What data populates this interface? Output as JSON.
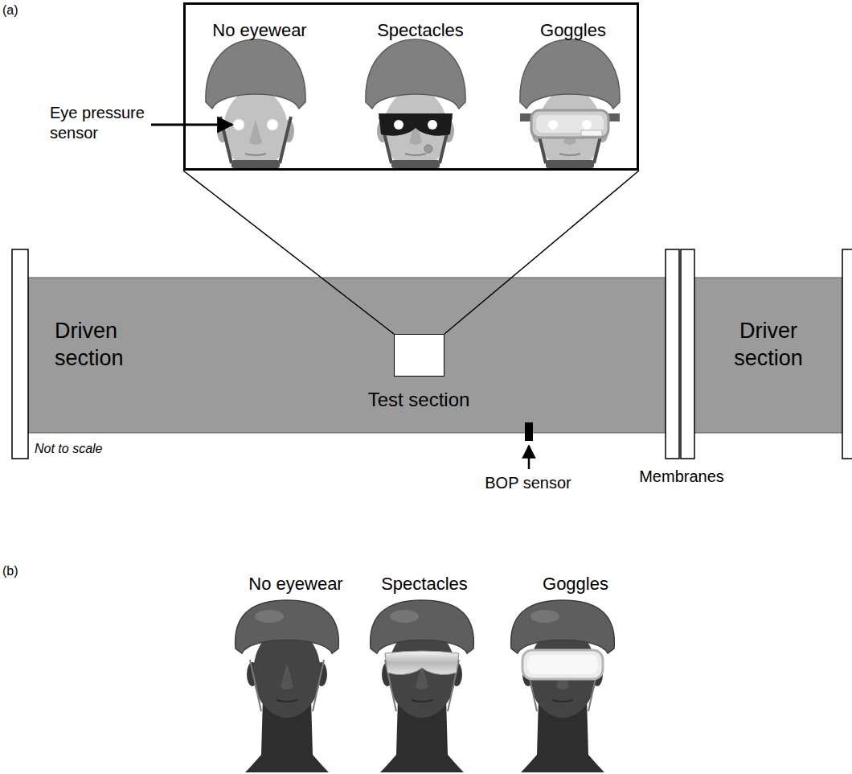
{
  "diagram": {
    "nodes": [
      {
        "text": [
          "No eyewear",
          "Spectacles",
          "Goggles"
        ]
      },
      {
        "text": [
          "Driven section"
        ]
      },
      {
        "text": [
          "Test section"
        ],
        "in": 1
      },
      {
        "text": [
          "Driver section"
        ]
      }
    ],
    "edges": [
      {
        "from": 0,
        "to": 2,
        "arrow": "none"
      }
    ],
    "labels": [
      "(a)",
      "Eye pressure sensor",
      "Not to scale",
      "BOP sensor",
      "Membranes",
      "(b)",
      "No eyewear",
      "Spectacles",
      "Goggles"
    ]
  }
}
